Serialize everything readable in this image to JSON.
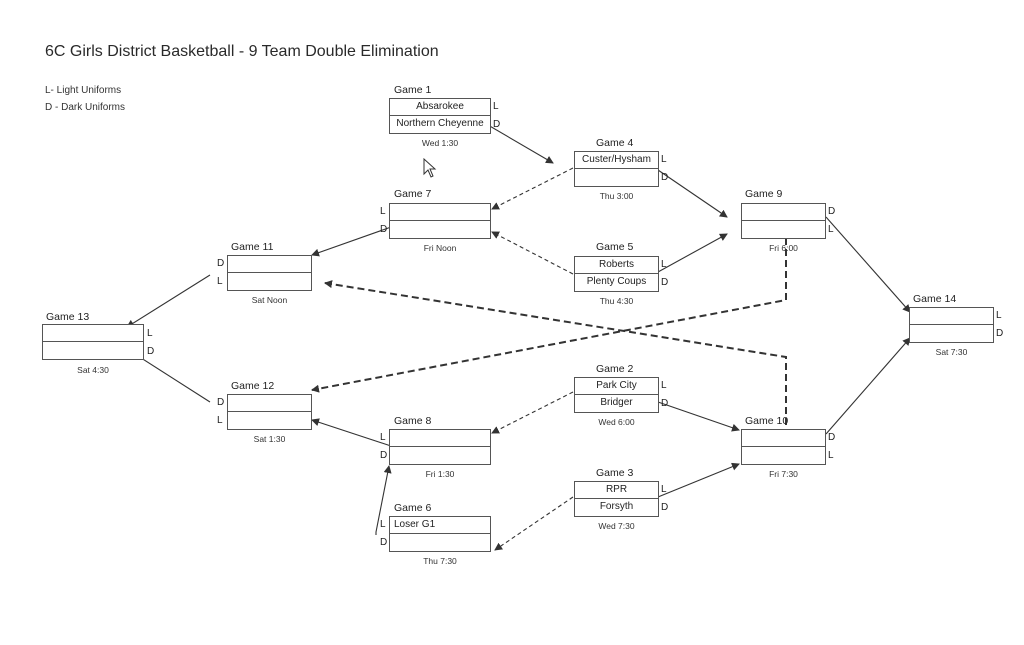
{
  "title": "6C Girls District Basketball - 9 Team Double Elimination",
  "legend": [
    "L- Light Uniforms",
    "D - Dark Uniforms"
  ],
  "games": [
    {
      "id": "g1",
      "label": "Game 1",
      "time": "Wed 1:30",
      "top": "Absarokee",
      "bottom": "Northern Cheyenne",
      "top_side": "L",
      "bottom_side": "D"
    },
    {
      "id": "g2",
      "label": "Game 2",
      "time": "Wed 6:00",
      "top": "Park City",
      "bottom": "Bridger",
      "top_side": "L",
      "bottom_side": "D"
    },
    {
      "id": "g3",
      "label": "Game 3",
      "time": "Wed 7:30",
      "top": "RPR",
      "bottom": "Forsyth",
      "top_side": "L",
      "bottom_side": "D"
    },
    {
      "id": "g4",
      "label": "Game 4",
      "time": "Thu 3:00",
      "top": "Custer/Hysham",
      "bottom": "",
      "top_side": "L",
      "bottom_side": "D"
    },
    {
      "id": "g5",
      "label": "Game 5",
      "time": "Thu 4:30",
      "top": "Roberts",
      "bottom": "Plenty Coups",
      "top_side": "L",
      "bottom_side": "D"
    },
    {
      "id": "g6",
      "label": "Game 6",
      "time": "Thu 7:30",
      "top": "Loser G1",
      "bottom": "",
      "top_side": "L",
      "bottom_side": "D"
    },
    {
      "id": "g7",
      "label": "Game 7",
      "time": "Fri Noon",
      "top": "",
      "bottom": "",
      "top_side": "L",
      "bottom_side": "D"
    },
    {
      "id": "g8",
      "label": "Game 8",
      "time": "Fri 1:30",
      "top": "",
      "bottom": "",
      "top_side": "L",
      "bottom_side": "D"
    },
    {
      "id": "g9",
      "label": "Game 9",
      "time": "Fri 6:00",
      "top": "",
      "bottom": "",
      "top_side": "D",
      "bottom_side": "L"
    },
    {
      "id": "g10",
      "label": "Game 10",
      "time": "Fri 7:30",
      "top": "",
      "bottom": "",
      "top_side": "D",
      "bottom_side": "L"
    },
    {
      "id": "g11",
      "label": "Game 11",
      "time": "Sat Noon",
      "top": "",
      "bottom": "",
      "top_side": "D",
      "bottom_side": "L"
    },
    {
      "id": "g12",
      "label": "Game 12",
      "time": "Sat 1:30",
      "top": "",
      "bottom": "",
      "top_side": "D",
      "bottom_side": "L"
    },
    {
      "id": "g13",
      "label": "Game 13",
      "time": "Sat 4:30",
      "top": "",
      "bottom": "",
      "top_side": "L",
      "bottom_side": "D"
    },
    {
      "id": "g14",
      "label": "Game 14",
      "time": "Sat 7:30",
      "top": "",
      "bottom": "",
      "top_side": "L",
      "bottom_side": "D"
    }
  ]
}
